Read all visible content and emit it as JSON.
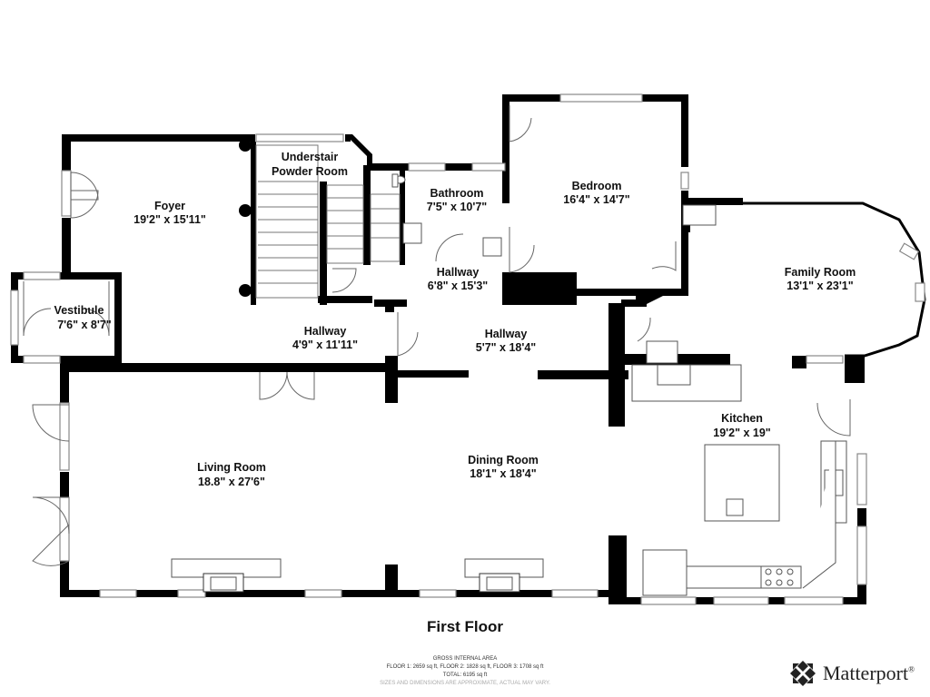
{
  "floor_title": "First Floor",
  "rooms": [
    {
      "id": "foyer",
      "name": "Foyer",
      "dims": "19'2\" x 15'11\""
    },
    {
      "id": "understair",
      "name": "Understair",
      "name2": "Powder Room"
    },
    {
      "id": "bathroom",
      "name": "Bathroom",
      "dims": "7'5\" x 10'7\""
    },
    {
      "id": "bedroom",
      "name": "Bedroom",
      "dims": "16'4\" x 14'7\""
    },
    {
      "id": "family",
      "name": "Family Room",
      "dims": "13'1\" x 23'1\""
    },
    {
      "id": "vestibule",
      "name": "Vestibule",
      "dims": "7'6\" x 8'7\""
    },
    {
      "id": "hall1",
      "name": "Hallway",
      "dims": "6'8\" x 15'3\""
    },
    {
      "id": "hall2",
      "name": "Hallway",
      "dims": "4'9\" x 11'11\""
    },
    {
      "id": "hall3",
      "name": "Hallway",
      "dims": "5'7\" x 18'4\""
    },
    {
      "id": "kitchen",
      "name": "Kitchen",
      "dims": "19'2\" x 19\""
    },
    {
      "id": "living",
      "name": "Living Room",
      "dims": "18.8\" x 27'6\""
    },
    {
      "id": "dining",
      "name": "Dining Room",
      "dims": "18'1\" x 18'4\""
    }
  ],
  "area": {
    "heading": "GROSS INTERNAL AREA",
    "floors": "FLOOR 1: 2659 sq ft, FLOOR 2: 1828 sq ft, FLOOR 3: 1708 sq ft",
    "total": "TOTAL: 6195 sq ft",
    "disclaimer": "SIZES AND DIMENSIONS ARE APPROXIMATE, ACTUAL MAY VARY."
  },
  "brand": {
    "name": "Matterport",
    "mark": "®",
    "icon": "matterport-logo-icon"
  },
  "colors": {
    "wall": "#000000",
    "fixture": "#555555",
    "window": "#9a9a9a"
  }
}
